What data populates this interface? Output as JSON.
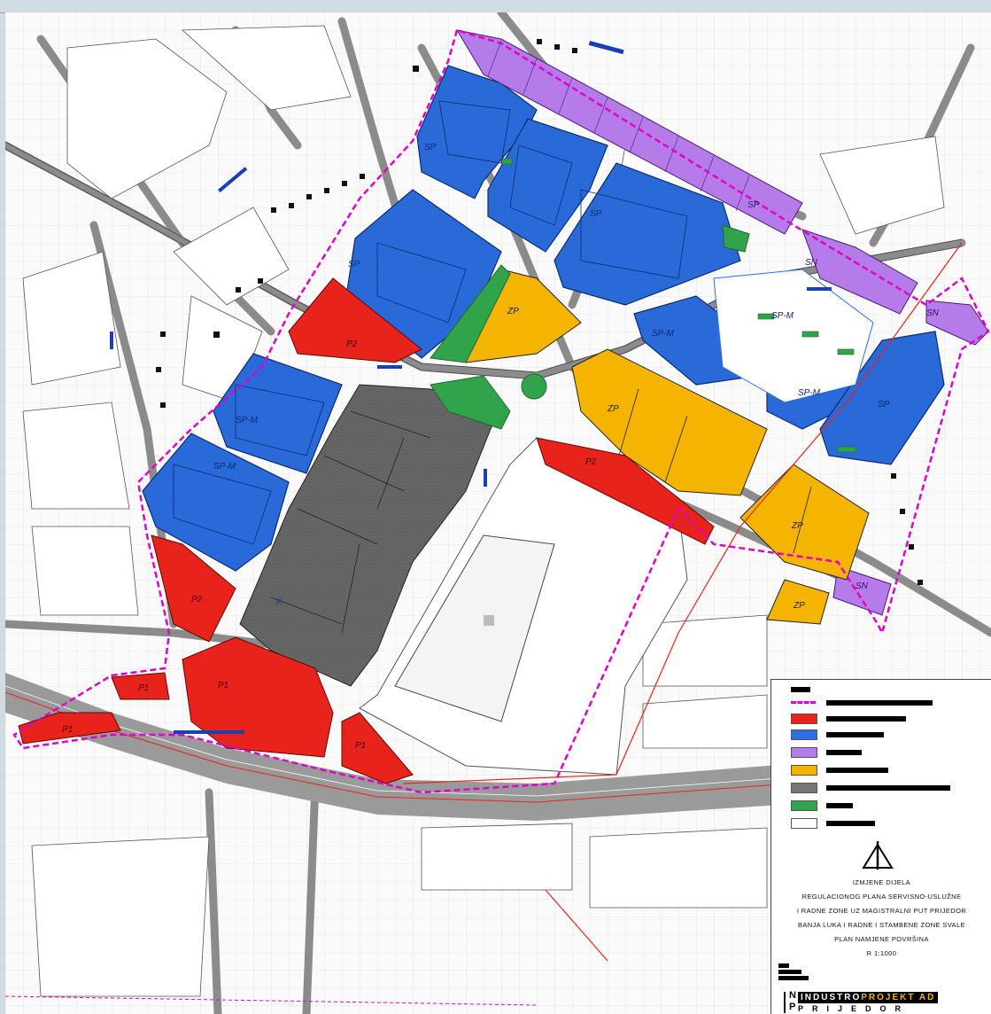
{
  "zones": [
    {
      "code": "SP",
      "color": "#2b6fe0"
    },
    {
      "code": "SP-M",
      "color": "#2b6fe0"
    },
    {
      "code": "SN",
      "color": "#b57be8"
    },
    {
      "code": "ZP",
      "color": "#f4b400"
    },
    {
      "code": "P2",
      "color": "#e8231b"
    },
    {
      "code": "P1",
      "color": "#e8231b"
    },
    {
      "code": "K",
      "color": "#666666"
    }
  ],
  "map_labels": {
    "sp": "SP",
    "spm": "SP-M",
    "sn": "SN",
    "zp": "ZP",
    "p2": "P2",
    "p1": "P1",
    "k": "K"
  },
  "legend": {
    "swatch_colors": [
      "#e8231b",
      "#2b6fe0",
      "#b57be8",
      "#f4b400",
      "#777777",
      "#31a34a",
      "#ffffff"
    ],
    "boundary_color": "#e000c8"
  },
  "title_block": {
    "line1": "IZMJENE DIJELA",
    "line2": "REGULACIONOG PLANA SERVISNO-USLUŽNE",
    "line3": "I RADNE ZONE UZ MAGISTRALNI PUT PRIJEDOR",
    "line4": "BANJA LUKA I RADNE I STAMBENE ZONE SVALE",
    "line5": "PLAN NAMJENE POVRŠINA",
    "scale": "R 1:1000",
    "company_np": "N",
    "company_p": "P",
    "company_name_a": "INDUSTRO",
    "company_name_b": "PROJEKT AD",
    "company_city": "PRIJEDOR"
  },
  "icons": [
    "north-arrow-icon"
  ]
}
